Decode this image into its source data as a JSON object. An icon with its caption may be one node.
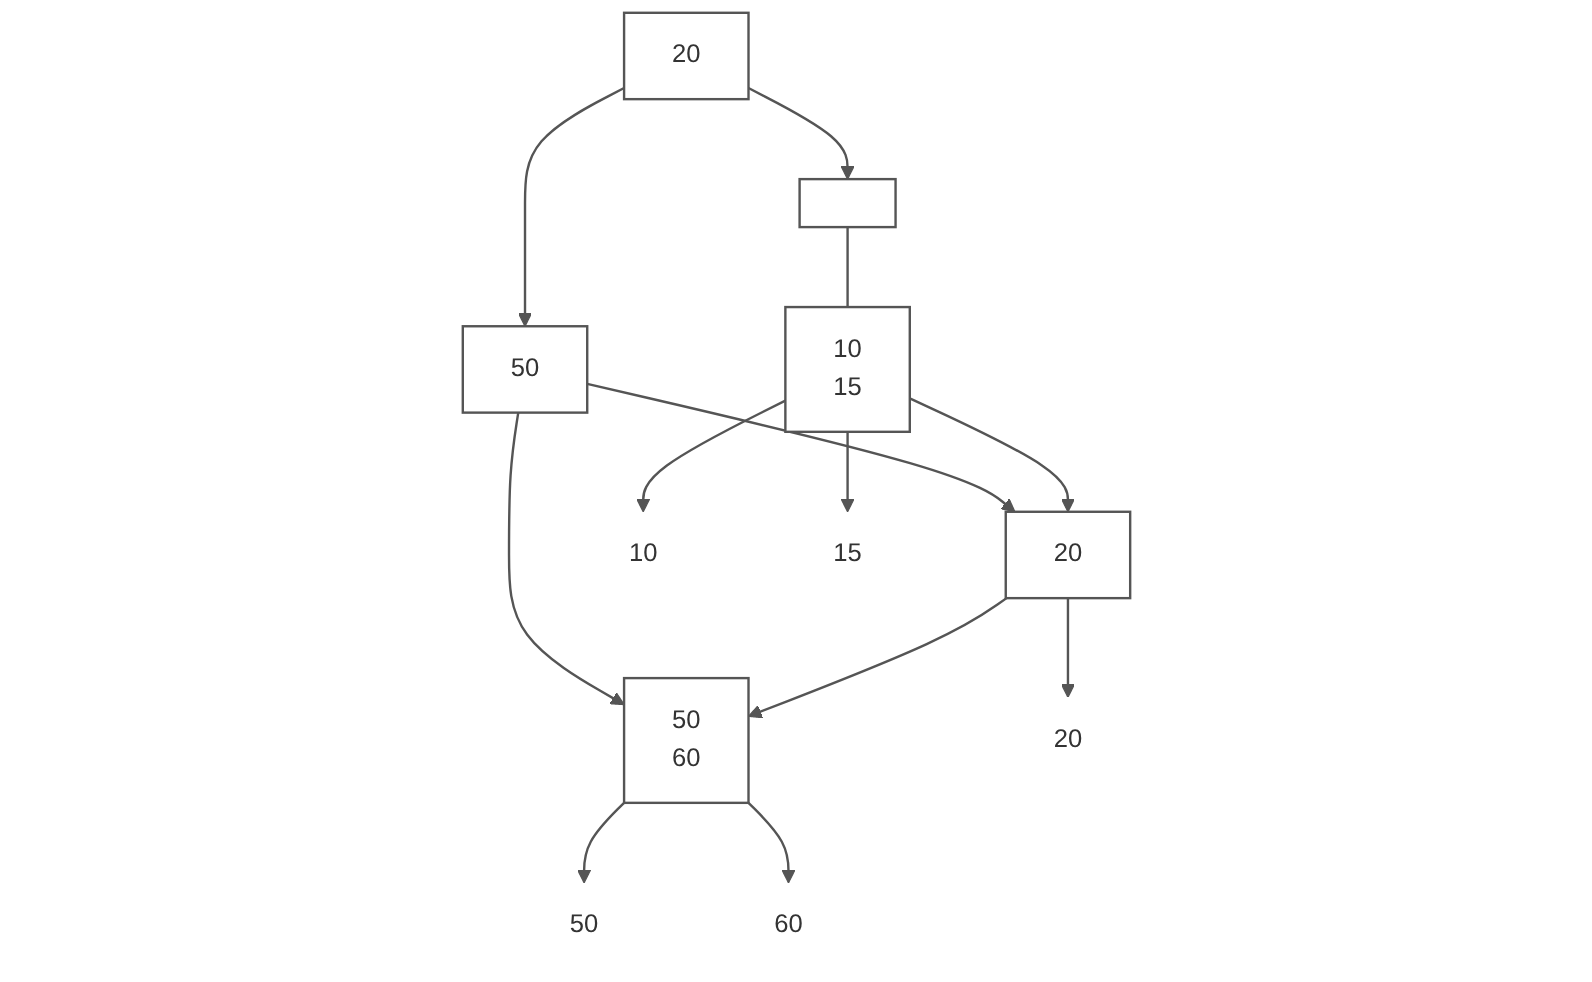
{
  "diagram": {
    "nodes": [
      {
        "text": [
          "20"
        ]
      },
      {
        "text": [],
        "shape": "box"
      },
      {
        "text": [
          "50"
        ]
      },
      {
        "text": [
          "10",
          "15"
        ]
      },
      {
        "text": [
          "20"
        ]
      },
      {
        "text": [
          "50",
          "60"
        ]
      },
      {
        "text": [
          "10"
        ]
      },
      {
        "text": [
          "15"
        ]
      },
      {
        "text": [
          "20"
        ]
      },
      {
        "text": [
          "50"
        ]
      },
      {
        "text": [
          "60"
        ]
      }
    ],
    "edges": [
      {
        "from": 0,
        "to": 1,
        "arrow": "to"
      },
      {
        "from": 0,
        "to": 2,
        "arrow": "to"
      },
      {
        "from": 1,
        "to": 3,
        "arrow": "none"
      },
      {
        "from": 2,
        "to": 4,
        "arrow": "to"
      },
      {
        "from": 2,
        "to": 5,
        "arrow": "to"
      },
      {
        "from": 3,
        "to": 4,
        "arrow": "to"
      },
      {
        "from": 4,
        "to": 5,
        "arrow": "to"
      },
      {
        "from": 3,
        "to": 6,
        "arrow": "to"
      },
      {
        "from": 3,
        "to": 7,
        "arrow": "to"
      },
      {
        "from": 4,
        "to": 8,
        "arrow": "to"
      },
      {
        "from": 5,
        "to": 9,
        "arrow": "to"
      },
      {
        "from": 5,
        "to": 10,
        "arrow": "to"
      }
    ]
  }
}
